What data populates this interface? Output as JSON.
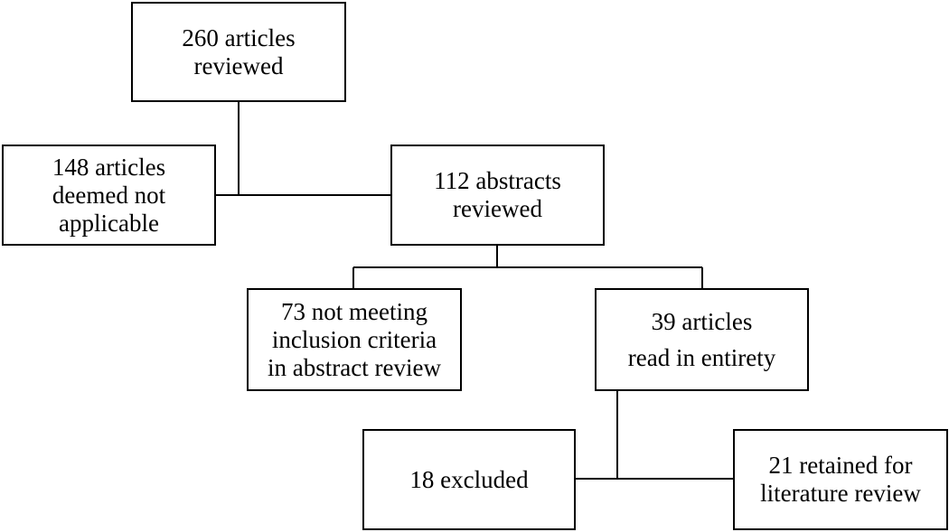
{
  "flowchart": {
    "boxes": {
      "articles_reviewed": {
        "lines": [
          "260 articles",
          "reviewed"
        ]
      },
      "not_applicable": {
        "lines": [
          "148 articles",
          "deemed not",
          "applicable"
        ]
      },
      "abstracts_reviewed": {
        "lines": [
          "112 abstracts",
          "reviewed"
        ]
      },
      "not_meeting_criteria": {
        "lines": [
          "73 not meeting",
          "inclusion criteria",
          "in abstract review"
        ]
      },
      "read_in_entirety": {
        "lines": [
          "39 articles",
          "read in entirety"
        ]
      },
      "excluded": {
        "lines": [
          "18 excluded"
        ]
      },
      "retained": {
        "lines": [
          "21 retained for",
          "literature review"
        ]
      }
    },
    "colors": {
      "line": "#000000",
      "box_border": "#000000",
      "background": "#ffffff"
    }
  }
}
